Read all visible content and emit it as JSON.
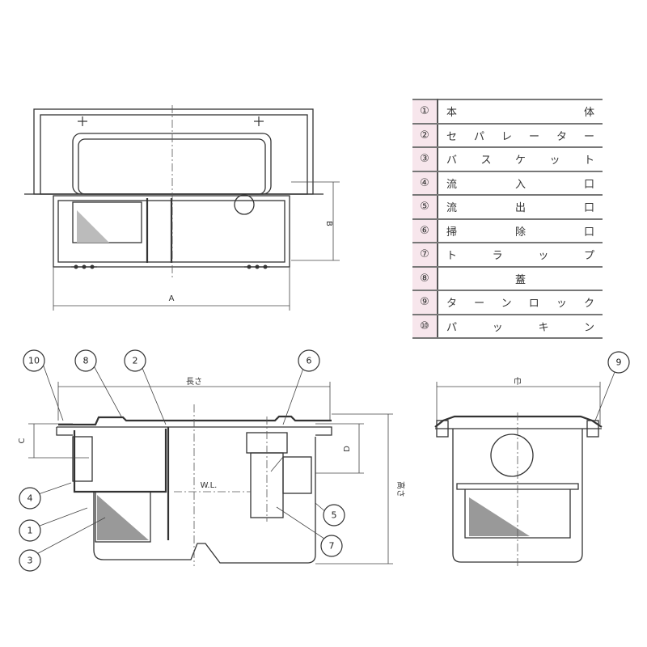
{
  "parts_table": [
    {
      "num": "①",
      "name": "本　　　　　体"
    },
    {
      "num": "②",
      "name": "セパレーター"
    },
    {
      "num": "③",
      "name": "バスケット"
    },
    {
      "num": "④",
      "name": "流　入　口"
    },
    {
      "num": "⑤",
      "name": "流　出　口"
    },
    {
      "num": "⑥",
      "name": "掃　除　口"
    },
    {
      "num": "⑦",
      "name": "トラップ"
    },
    {
      "num": "⑧",
      "name": "蓋"
    },
    {
      "num": "⑨",
      "name": "ターンロック"
    },
    {
      "num": "⑩",
      "name": "パッキン"
    }
  ],
  "dimensions": {
    "a": "A",
    "b": "B",
    "c": "C",
    "d": "D",
    "length": "長さ",
    "height": "高さ",
    "width": "巾",
    "water_level": "W.L."
  },
  "callouts": {
    "c10": "10",
    "c8": "8",
    "c2": "2",
    "c6": "6",
    "c4": "4",
    "c1": "1",
    "c3": "3",
    "c5": "5",
    "c7": "7",
    "c9": "9"
  }
}
